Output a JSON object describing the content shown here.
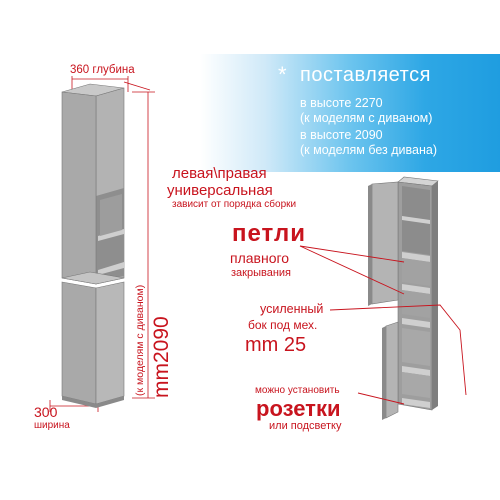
{
  "dimensions": {
    "depth_value": "360",
    "depth_label": "глубина",
    "width_value": "300",
    "width_label": "ширина",
    "height_value": "mm2090",
    "height_note": "(к моделям с диваном)"
  },
  "banner": {
    "star": "*",
    "title": "поставляется",
    "line1": "в высоте 2270",
    "line2": "(к моделям с диваном)",
    "line3": "в высоте 2090",
    "line4": "(к моделям без дивана)"
  },
  "orientation": {
    "left_right": "левая\\правая",
    "universal": "универсальная",
    "note": "зависит от порядка сборки"
  },
  "hinges": {
    "title": "петли",
    "line1": "плавного",
    "line2": "закрывания"
  },
  "side": {
    "line1": "усиленный",
    "line2": "бок под мех.",
    "value": "mm 25"
  },
  "sockets": {
    "line1": "можно установить",
    "title": "розетки",
    "line2": "или подсветку"
  },
  "colors": {
    "accent": "#c8141e",
    "banner_blue": "#2ea7e5",
    "cabinet": "#a9a9a9"
  }
}
